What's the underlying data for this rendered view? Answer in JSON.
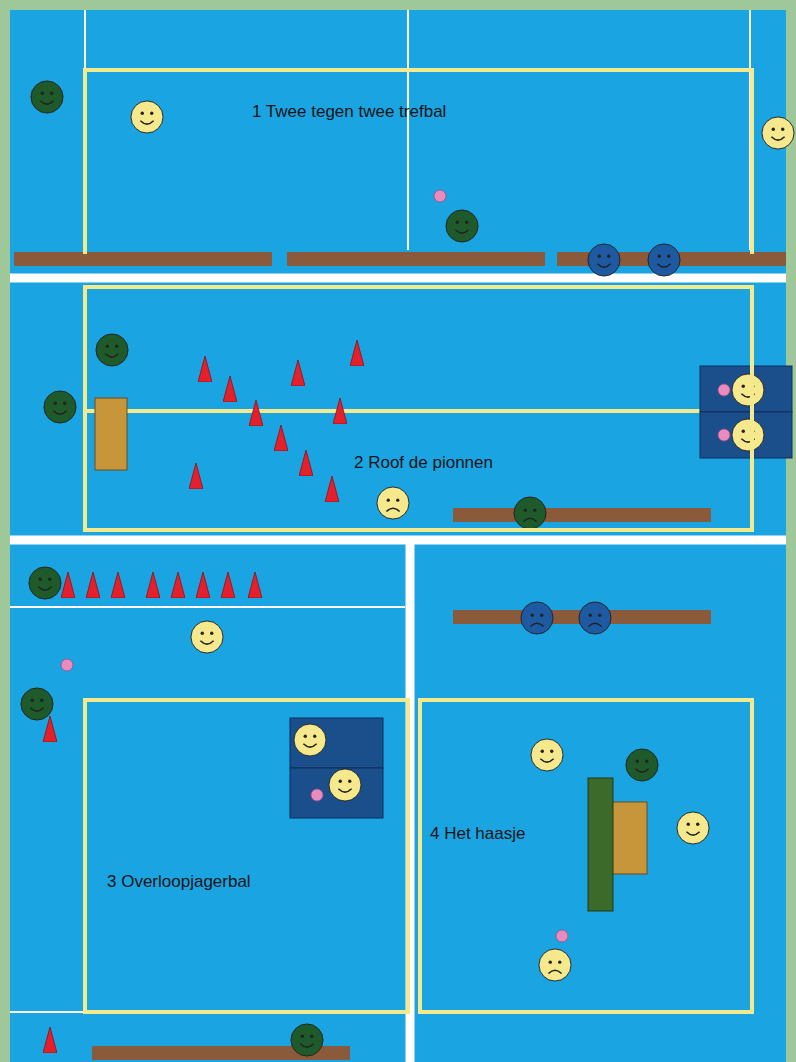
{
  "diagram": {
    "nodes": [
      {
        "text": [
          "1 Twee tegen twee trefbal"
        ]
      },
      {
        "text": [
          "2 Roof de pionnen"
        ]
      },
      {
        "text": [
          "3 Overloopjagerbal"
        ]
      },
      {
        "text": [
          "4 Het haasje"
        ]
      }
    ]
  }
}
